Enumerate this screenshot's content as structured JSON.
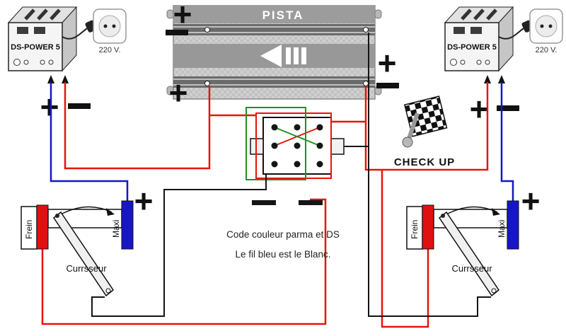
{
  "track": {
    "label": "PISTA"
  },
  "power_supply": {
    "name": "DS-POWER 5",
    "voltage": "220 V."
  },
  "controllers": {
    "brake_label": "Frein",
    "max_label": "Maxi",
    "cursor_label": "Currsseur"
  },
  "checkup": {
    "label": "CHECK UP"
  },
  "notes": {
    "line1": "Code couleur parma et DS",
    "line2": "Le fil bleu est le Blanc."
  },
  "symbols": {
    "plus": "+",
    "minus": "−"
  },
  "colors": {
    "wire_red": "#e8130c",
    "wire_blue": "#1616c8",
    "wire_black": "#141414",
    "wire_green": "#1f9120",
    "brake_bar": "#e01010",
    "max_bar": "#1616c8"
  }
}
